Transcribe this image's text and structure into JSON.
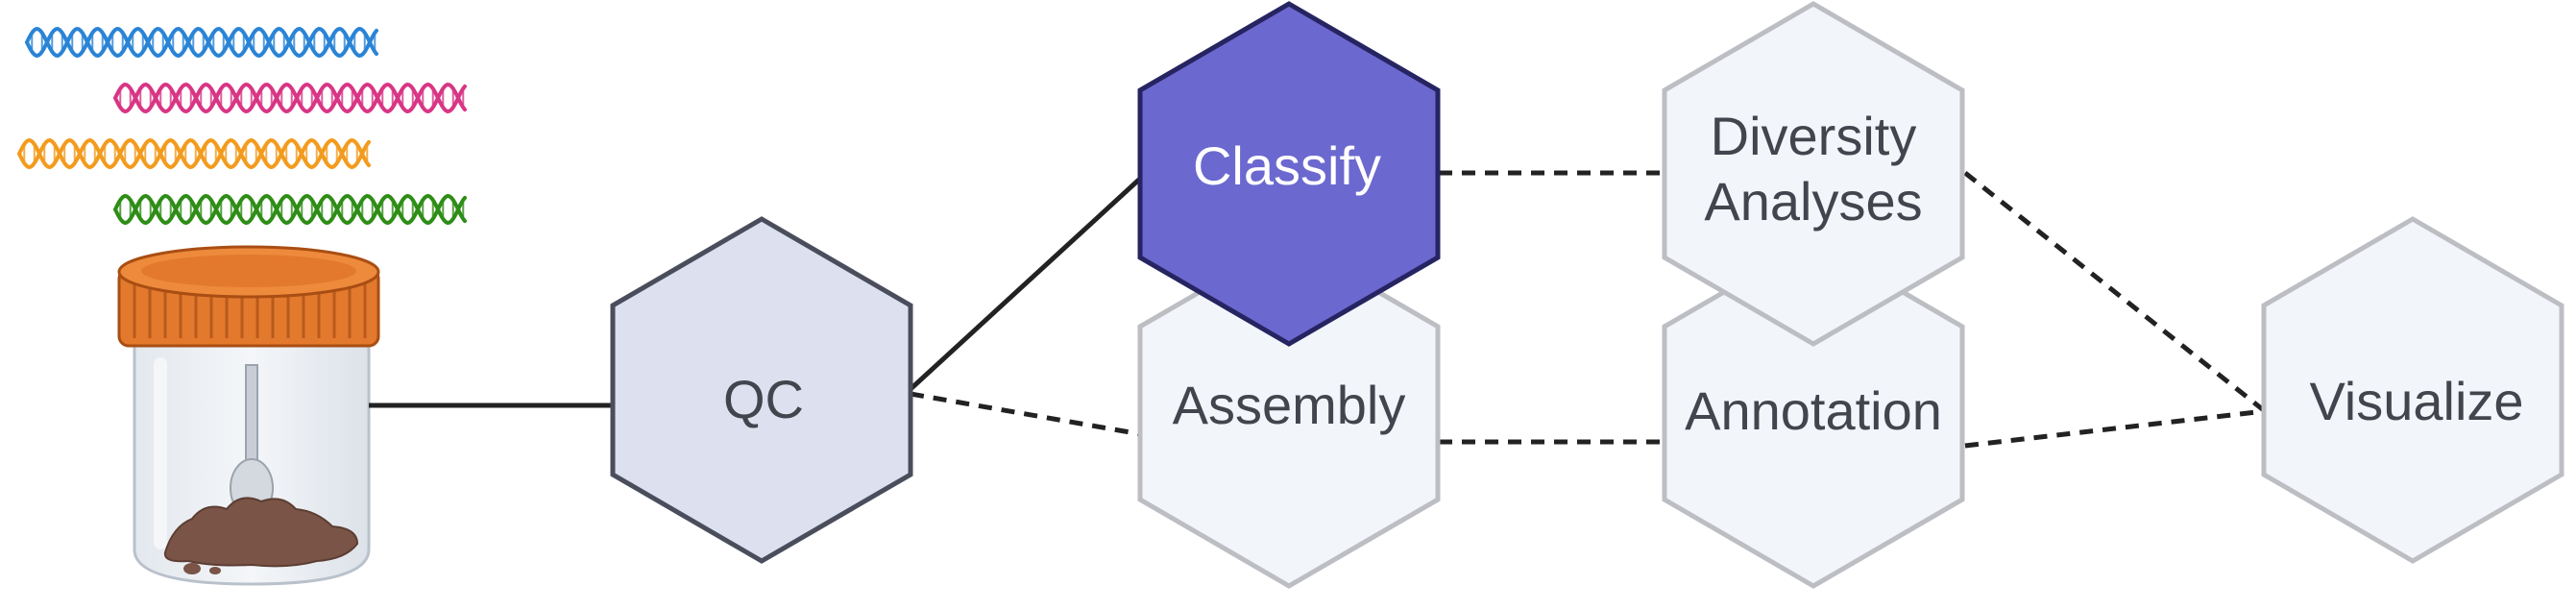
{
  "diagram": {
    "nodes": {
      "qc": {
        "label": "QC"
      },
      "classify": {
        "label": "Classify"
      },
      "assembly": {
        "label": "Assembly"
      },
      "diversity": {
        "line1": "Diversity",
        "line2": "Analyses"
      },
      "annotation": {
        "label": "Annotation"
      },
      "visualize": {
        "label": "Visualize"
      }
    },
    "colors": {
      "classify_fill": "#6b68cf",
      "classify_stroke": "#262461",
      "qc_fill": "#dde0ee",
      "qc_stroke": "#4a4e5c",
      "pending_fill": "#f2f5fa",
      "pending_stroke": "#bdbec3",
      "label_dark": "#42454d",
      "label_light": "#ffffff",
      "dna_blue": "#2a84d6",
      "dna_pink": "#d93585",
      "dna_orange": "#f29b1d",
      "dna_green": "#2e8d16",
      "lid": "#e3792d",
      "soil": "#7a5446"
    },
    "icons": [
      "dna-strand-icon",
      "sample-jar-icon"
    ]
  }
}
